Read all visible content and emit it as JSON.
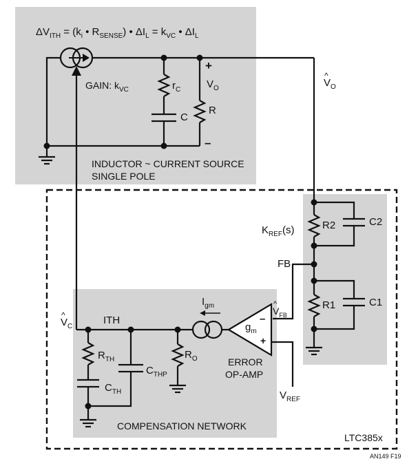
{
  "equation": {
    "delta_v": "ΔV",
    "ith_sub": "ITH",
    "eq1": " = (k",
    "i_sub": "i",
    "bullet_r": " • R",
    "sense_sub": "SENSE",
    "close": ") • ΔI",
    "l_sub": "L",
    "eq2": " = k",
    "vc_sub": "VC",
    "bullet_dl": " • ΔI",
    "l_sub2": "L"
  },
  "gain": {
    "text": "GAIN: k",
    "sub": "VC"
  },
  "inductor_labels": {
    "rc": "r",
    "rc_sub": "C",
    "c": "C",
    "vo": "V",
    "vo_sub": "O",
    "r": "R",
    "plus": "+",
    "minus": "–",
    "caption_line1": "INDUCTOR ~ CURRENT SOURCE",
    "caption_line2": "SINGLE POLE"
  },
  "vo_hat": {
    "text": "V",
    "sub": "O",
    "hat": "^"
  },
  "kref": {
    "text": "K",
    "sub": "REF",
    "suffix": "(s)"
  },
  "divider": {
    "r2": "R2",
    "c2": "C2",
    "r1": "R1",
    "c1": "C1",
    "fb": "FB"
  },
  "compensation": {
    "vc_hat": "V",
    "vc_sub": "C",
    "hat": "^",
    "ith": "ITH",
    "rth": "R",
    "rth_sub": "TH",
    "cth": "C",
    "cth_sub": "TH",
    "cthp": "C",
    "cthp_sub": "THP",
    "ro": "R",
    "ro_sub": "O",
    "caption": "COMPENSATION NETWORK"
  },
  "amp": {
    "igm": "I",
    "igm_sub": "gm",
    "gm": "g",
    "gm_sub": "m",
    "vfb": "V",
    "vfb_sub": "FB",
    "minus": "–",
    "plus": "+",
    "label_line1": "ERROR",
    "label_line2": "OP-AMP",
    "vref": "V",
    "vref_sub": "REF"
  },
  "chip": "LTC385x",
  "figure_id": "AN149 F19",
  "colors": {
    "panel_gray": "#d4d4d4",
    "ink": "#111111"
  }
}
